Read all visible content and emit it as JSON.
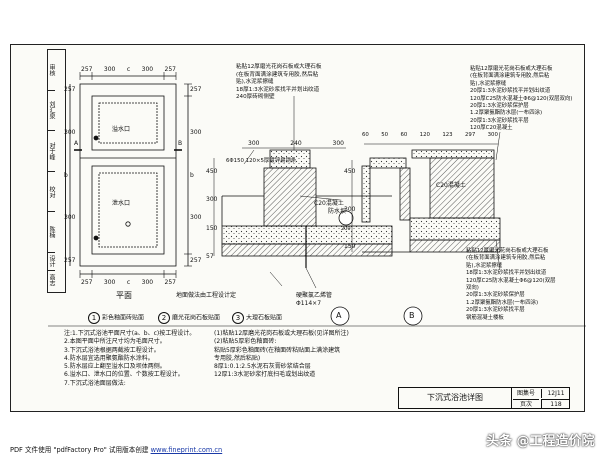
{
  "side_labels": [
    "审核",
    "刘汇泉",
    "对于峰",
    "校对",
    "陈楠",
    "设计",
    "高志"
  ],
  "plan": {
    "title": "平面",
    "dims_top": [
      "257",
      "300",
      "c",
      "300",
      "257"
    ],
    "dims_right": [
      "257",
      "300",
      "b",
      "300",
      "257"
    ],
    "dims_bottom": [
      "257",
      "300",
      "c",
      "300",
      "257"
    ],
    "dims_left": [
      "257",
      "300",
      "b",
      "300",
      "257"
    ],
    "label_overflow": "溢水口",
    "label_drain": "泄水口",
    "section_a": "A",
    "section_b": "B"
  },
  "section_a": {
    "callout": [
      "粘贴12厚磨光花岗石板或大理石板",
      "(在板背面满涂建筑专用胶,然后粘",
      "贴),水泥浆擦缝",
      "18厚1:3水泥砂浆找平并划出纹道",
      "240厚砖砌侧壁"
    ],
    "dims_top": [
      "300",
      "240",
      "300"
    ],
    "dim_note": "6Φ150 120×5厚镀锌扁钢条",
    "dims_left": [
      "450",
      "300",
      "150",
      "57"
    ],
    "concrete": "C20混凝土",
    "pipe_label": "防水坝",
    "pipe_size": "200",
    "label_bottom1": "地面做法由工程设计定",
    "label_bottom2": "硬聚氯乙烯管",
    "label_bottom3": "Φ114×7",
    "mark": "A"
  },
  "section_b": {
    "dims_top": [
      "60",
      "50",
      "60",
      "120",
      "123",
      "297",
      "300"
    ],
    "callout_top": [
      "粘贴12厚磨光花岗石板或大理石板",
      "(在板背面满涂建筑专用胶,然后粘",
      "贴),水泥浆擦缝",
      "20厚1:3水泥砂浆找平并划出纹道",
      "120厚C25防水混凝土Φ6@120(双层双向)",
      "20厚1:3水泥砂浆保护层",
      "1.2厚聚氨酯防水层(一布四涂)",
      "20厚1:3水泥砂浆找平层",
      "120厚C20混凝土"
    ],
    "callout_bottom": [
      "粘贴12厚磨光花岗石板或大理石板",
      "(在板背面满涂建筑专用胶,然后粘",
      "贴),水泥浆擦缝",
      "18厚1:3水泥砂浆找平并划出纹道",
      "120厚C25防水混凝土Φ6@120(双层",
      "双向)",
      "20厚1:3水泥砂浆保护层",
      "1.2厚聚氨酯防水层(一布四涂)",
      "20厚1:3水泥砂浆找平层",
      "钢筋混凝土楼板"
    ],
    "concrete": "C20混凝土",
    "dims_left": [
      "450",
      "300",
      "150"
    ],
    "mark": "B"
  },
  "legend": [
    {
      "num": "1",
      "label": "彩色釉面砖贴面"
    },
    {
      "num": "2",
      "label": "磨光花岗石板贴面"
    },
    {
      "num": "3",
      "label": "大理石板贴面"
    }
  ],
  "notes": [
    "注:1.下沉式浴池平面尺寸(a、b、c)按工程设计。",
    "    2.本图平面中所注尺寸均为毛面尺寸。",
    "    3.下沉式浴池根据两截按工程设计。",
    "    4.防水层宜选用聚氨酯防水涂料。",
    "    5.防水层应上翻至溢水口及坝体两侧。",
    "    6.溢水口、泄水口的位置、个数按工程设计。",
    "    7.下沉式浴池面层做法:"
  ],
  "notes2": [
    "(1)粘贴12厚磨光花岗石板或大理石板(见详图所注)",
    "(2)粘贴5厚彩色釉面砖:",
    "    粘贴5厚彩色釉面砖(在釉面砖粘贴面上满涂建筑",
    "    专用胶,然后粘贴)",
    "    8厚1:0.1:2.5水泥石灰膏砂浆结合层",
    "    12厚1:3水泥砂浆打底扫毛或划出纹道"
  ],
  "title_block": {
    "title": "下沉式浴池详图",
    "set_label": "图集号",
    "set_value": "12J11",
    "page_label": "页次",
    "page_value": "118"
  },
  "footer_text": "PDF 文件使用 \"pdfFactory Pro\" 试用版本创建 ",
  "footer_link": "www.fineprint.com.cn",
  "watermark": "头条 @工程造价院"
}
